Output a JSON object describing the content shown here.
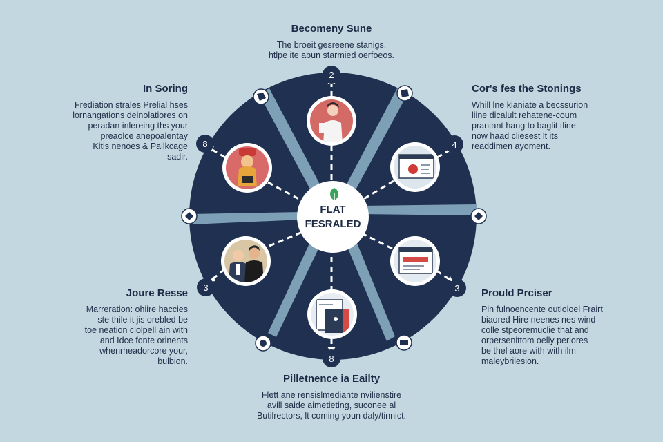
{
  "center": {
    "line1": "FLAT",
    "line2": "FESRALED"
  },
  "markers": [
    "2",
    "4",
    "3",
    "8",
    "3",
    "8"
  ],
  "blocks": {
    "top": {
      "title": "Becomeny Sune",
      "lines": [
        "The broeit gesreene stanigs.",
        "htlpe ite abun starmied oerfoeos."
      ]
    },
    "top_left": {
      "title": "In Soring",
      "lines": [
        "Frediation strales Prelial hses",
        "lornangations deinolatiores on",
        "peradan inlereing ths your",
        "preaolce anepoalentay",
        "Kitis nenoes & Pallkcage",
        "sadir."
      ]
    },
    "top_right": {
      "title": "Cor's fes the Stonings",
      "lines": [
        "Whill lne klaniate a becssurion",
        "liine dicalult rehatene-coum",
        "prantant hang to baglit tline",
        "now haad cliesest lt its",
        "readdimen ayoment."
      ]
    },
    "bottom_left": {
      "title": "Joure Resse",
      "lines": [
        "Marreration: ohiire haccies",
        "ste thile it jis orebled be",
        "toe neation clolpell ain with",
        "and  Idce fonte orinents",
        "whenrheadorcore your,",
        "bulbion."
      ]
    },
    "bottom_right": {
      "title": "Prould Prciser",
      "lines": [
        "Pin fulnoencente outioloel Frairt",
        "biaored Hire neenes nes wind",
        "colle stpeoremuclie that and",
        "orpersenittom oelly periores",
        "be thel aore with with ilm",
        "maleybrilesion."
      ]
    },
    "bottom": {
      "title": "Pilletnence ia Eailty",
      "lines": [
        "Flett ane rensislmediante nvilienstire",
        "avill saide aimetieting, suconee al",
        "Butilrectors, lt coming youn daly/tinnict."
      ]
    }
  },
  "colors": {
    "background": "#c3d7e0",
    "wheel": "#1f3050",
    "spoke": "#7ea0b6",
    "accent": "#d85054"
  }
}
